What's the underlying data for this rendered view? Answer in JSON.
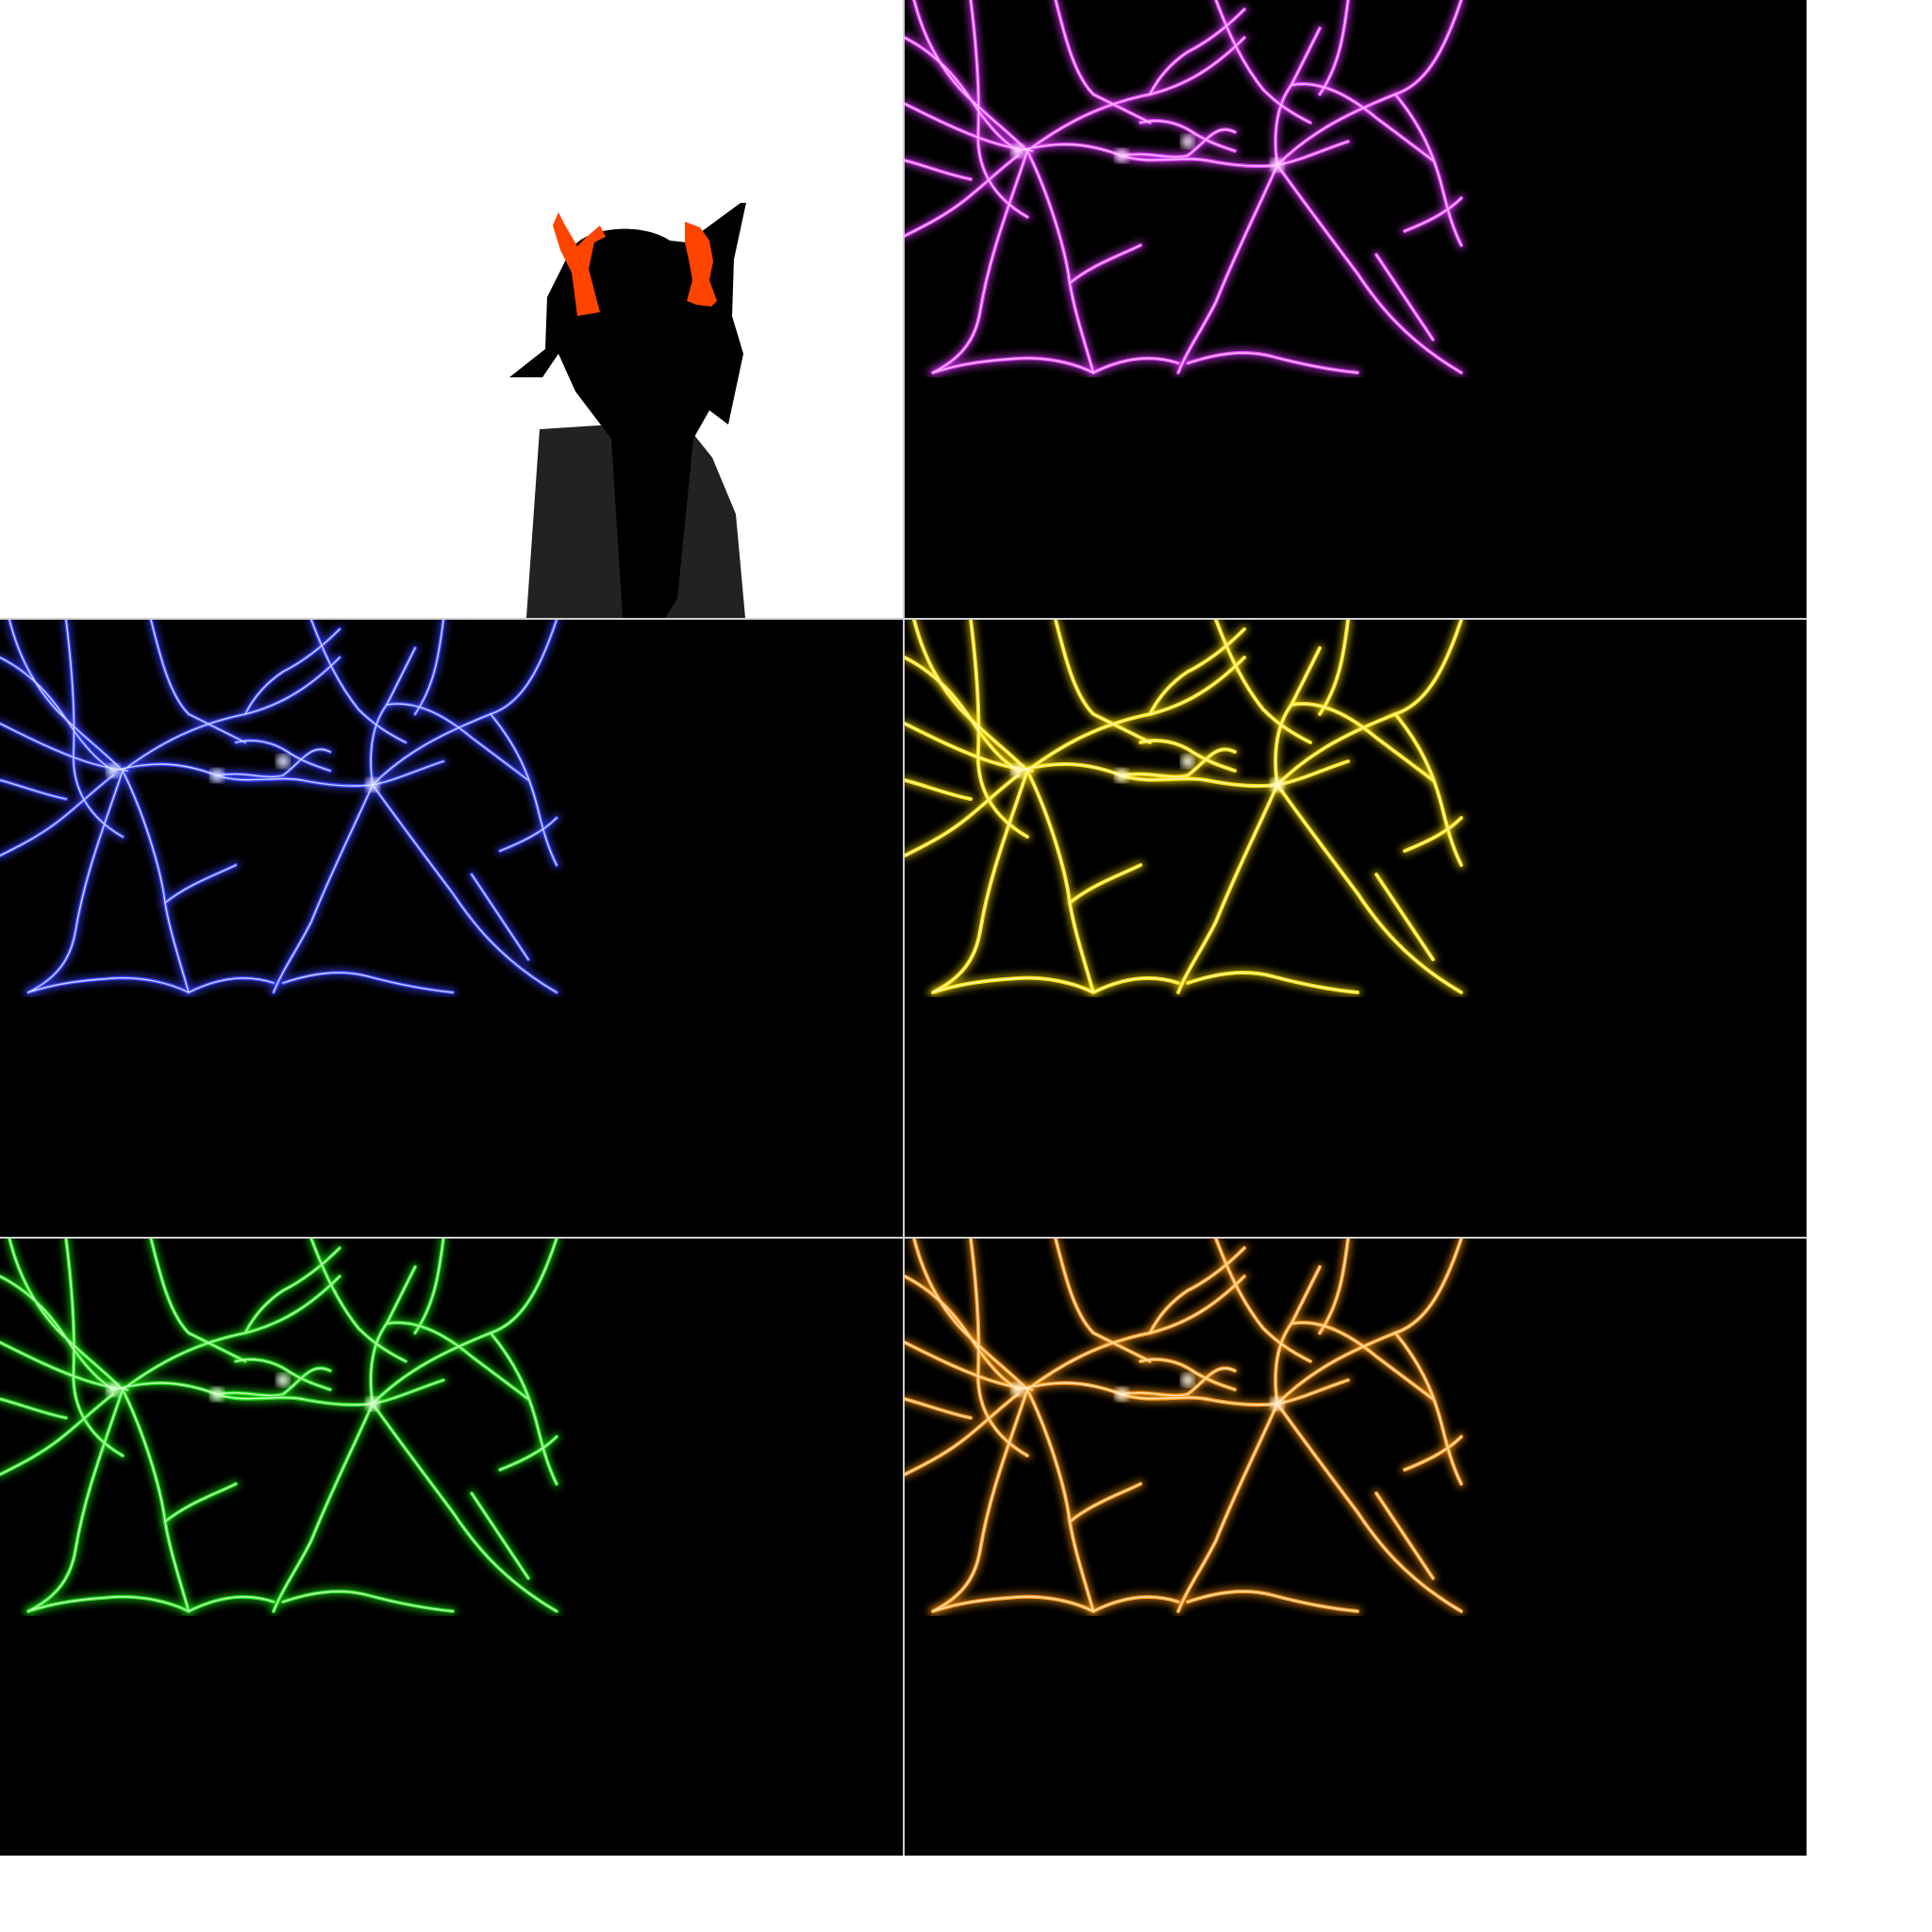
{
  "sprite_sheet": {
    "character": {
      "horn_color": "#ff4400",
      "body_color": "#000000",
      "cloak_color": "#222222"
    },
    "glow_panels": [
      {
        "id": "panel-magenta",
        "color": "#e040ff",
        "core": "#ffd6ff"
      },
      {
        "id": "panel-blue",
        "color": "#3a46ff",
        "core": "#dfe3ff"
      },
      {
        "id": "panel-yellow",
        "color": "#ffe000",
        "core": "#fffbd0"
      },
      {
        "id": "panel-green",
        "color": "#22e01a",
        "core": "#e2ffd8"
      },
      {
        "id": "panel-orange",
        "color": "#ff9a1a",
        "core": "#fff0d6"
      }
    ]
  }
}
